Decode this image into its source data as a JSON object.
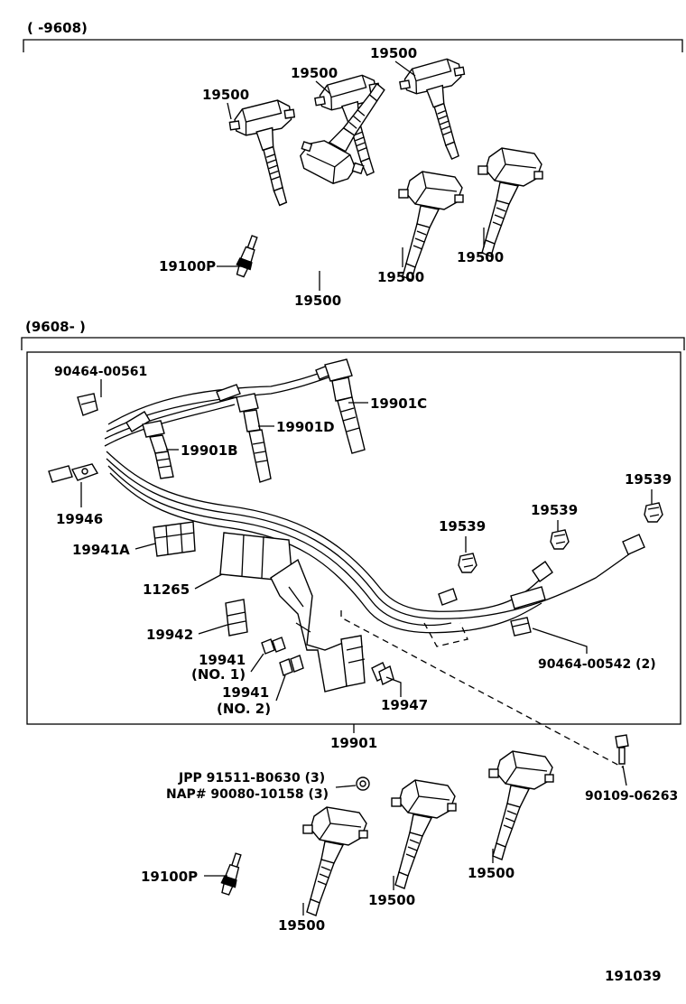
{
  "sections": {
    "top_range": "(      -9608)",
    "bottom_range": "(9608-      )"
  },
  "labels": {
    "coil_top_a": "19500",
    "coil_top_b": "19500",
    "coil_top_c": "19500",
    "coil_top_d": "19500",
    "coil_top_e": "19500",
    "coil_top_f": "19500",
    "plug_top": "19100P",
    "clip_1": "90464-00561",
    "cord_b": "19901B",
    "cord_c": "19901C",
    "cord_d": "19901D",
    "bracket_19946": "19946",
    "holder_19941a": "19941A",
    "cover_11265": "11265",
    "holder_19942": "19942",
    "holder_19941_no1_a": "19941",
    "holder_19941_no1_b": "(NO. 1)",
    "holder_19941_no2_a": "19941",
    "holder_19941_no2_b": "(NO. 2)",
    "clamp_19947": "19947",
    "cap_19539_a": "19539",
    "cap_19539_b": "19539",
    "cap_19539_c": "19539",
    "clip_2": "90464-00542 (2)",
    "cord_set": "19901",
    "bolt_jpp": "JPP  91511-B0630 (3)",
    "bolt_nap": "NAP#  90080-10158 (3)",
    "bolt_90109": "90109-06263",
    "plug_bottom": "19100P",
    "coil_bottom_a": "19500",
    "coil_bottom_b": "19500",
    "coil_bottom_c": "19500",
    "figure_number": "191039"
  }
}
